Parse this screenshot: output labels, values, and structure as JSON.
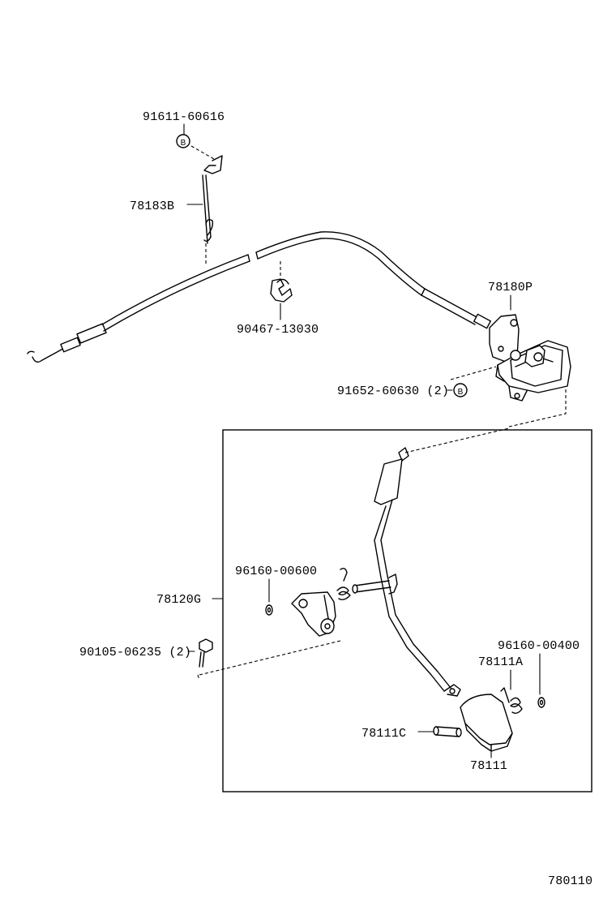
{
  "diagram": {
    "labels": {
      "bolt_91611": "91611-60616",
      "pedal_rod_78183B": "78183B",
      "clamp_90467": "90467-13030",
      "accel_sensor_78180P": "78180P",
      "bolt_91652": "91652-60630 (2)",
      "pedal_assy_78120G": "78120G",
      "bushing_96160_600": "96160-00600",
      "bolt_90105": "90105-06235 (2)",
      "bushing_96160_400": "96160-00400",
      "spring_78111A": "78111A",
      "pin_78111C": "78111C",
      "pad_78111": "78111",
      "figure_number": "780110"
    },
    "marker_letter": "B"
  }
}
